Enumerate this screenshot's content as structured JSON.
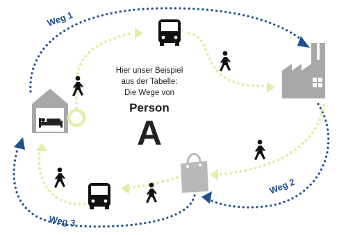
{
  "caption": {
    "line1": "Hier unser Beispiel",
    "line2": "aus der Tabelle:",
    "line3": "Die Wege von",
    "person_label": "Person",
    "person_letter": "A"
  },
  "routes": [
    {
      "label": "Weg 1"
    },
    {
      "label": "Weg 2"
    },
    {
      "label": "Weg 3"
    }
  ],
  "colors": {
    "route_dots": "#1d4f91",
    "footpath_dots": "#e6eca6",
    "icon_dark": "#111111",
    "building_gray": "#a8a8a8",
    "start_ring": "#e6eca6"
  },
  "icons": [
    "home-icon",
    "factory-icon",
    "shopping-bag-icon",
    "bus-icon",
    "pedestrian-icon",
    "start-ring-icon"
  ]
}
